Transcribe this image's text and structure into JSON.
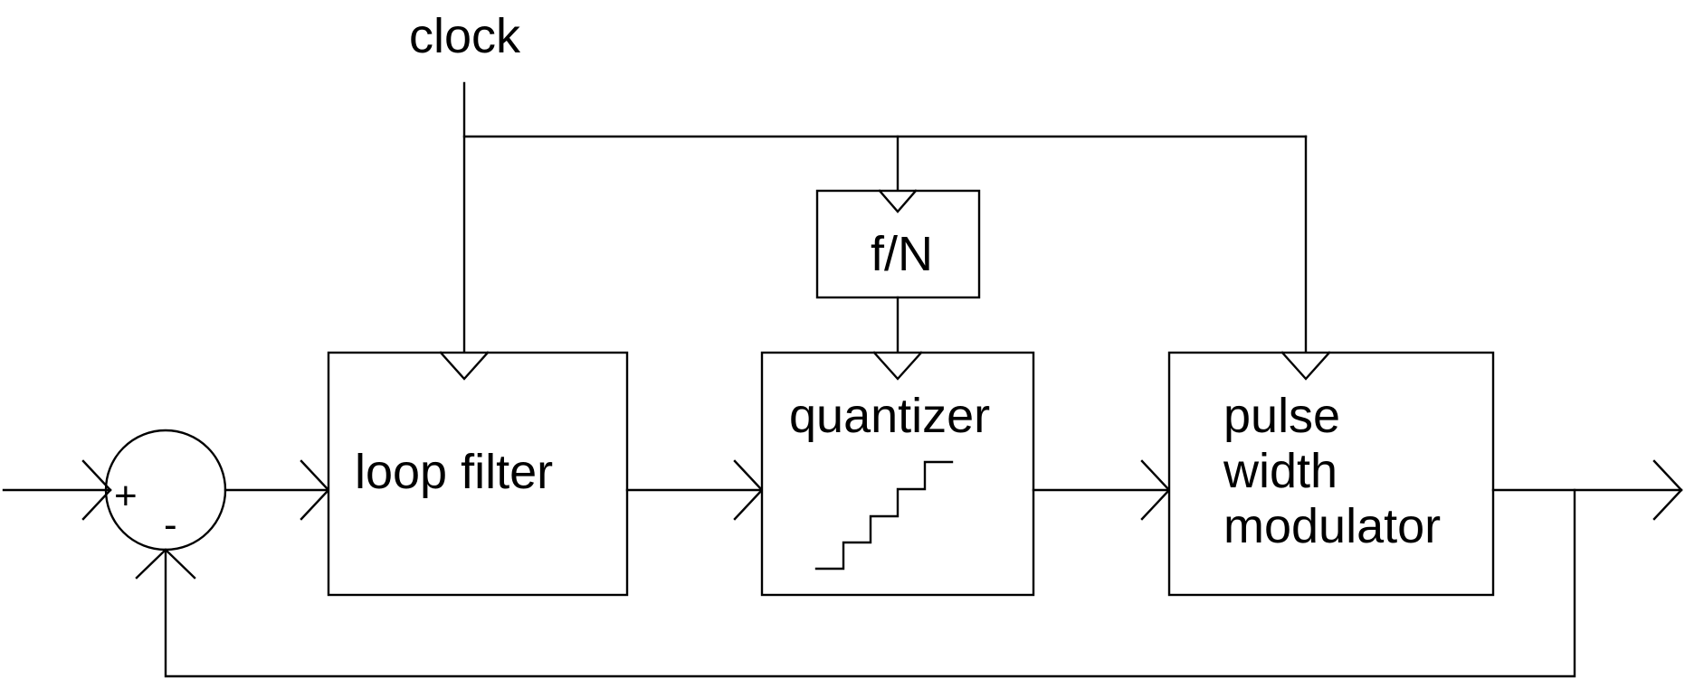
{
  "diagram": {
    "clock_label": "clock",
    "divider_label": "f/N",
    "loop_filter_label": "loop filter",
    "quantizer_label": "quantizer",
    "pwm_label_lines": [
      "pulse",
      "width",
      "modulator"
    ],
    "summer_plus": "+",
    "summer_minus": "-"
  }
}
